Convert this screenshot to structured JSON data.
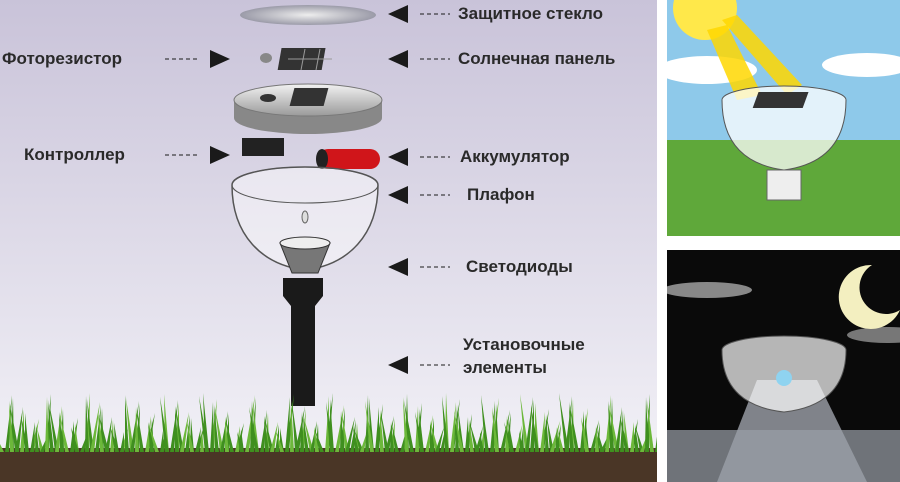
{
  "labels": {
    "glass": "Защитное стекло",
    "photoresistor": "Фоторезистор",
    "solar_panel": "Солнечная панель",
    "controller": "Контроллер",
    "battery": "Аккумулятор",
    "shade": "Плафон",
    "leds": "Светодиоды",
    "mount_line1": "Установочные",
    "mount_line2": "элементы"
  },
  "colors": {
    "bg_top": "#c9c3d9",
    "bg_bottom": "#f4f3f8",
    "grass": "#3f8f1f",
    "soil": "#4a3626",
    "battery": "#d0151a",
    "sky_day": "#8ec9ea",
    "sky_night": "#0a0a0a"
  }
}
